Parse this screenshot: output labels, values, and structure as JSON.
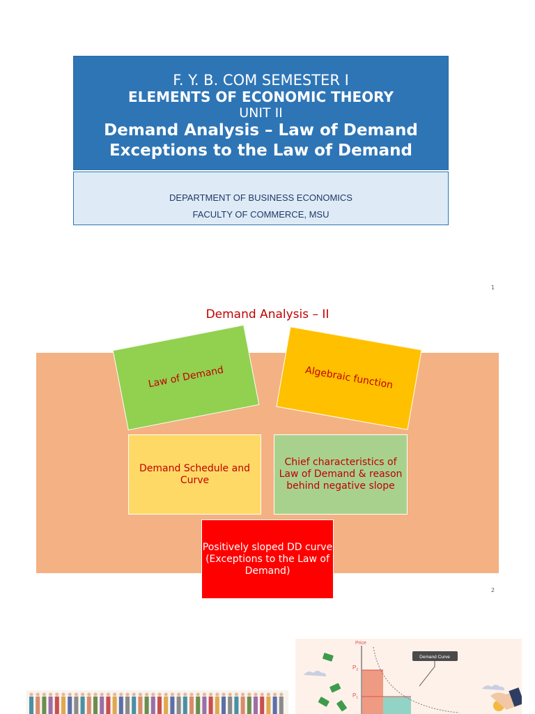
{
  "slide1": {
    "line1": "F. Y. B. COM SEMESTER I",
    "line2": "ELEMENTS OF ECONOMIC THEORY",
    "line3": "UNIT II",
    "line4": "Demand Analysis – Law of Demand",
    "line5": "Exceptions to the Law of Demand",
    "dept": "DEPARTMENT OF BUSINESS ECONOMICS",
    "faculty": "FACULTY OF COMMERCE, MSU",
    "page_number": "1"
  },
  "slide2": {
    "title": "Demand Analysis – II",
    "card_law": "Law of Demand",
    "card_algebraic": "Algebraic function",
    "card_schedule": "Demand Schedule and Curve",
    "card_chief": "Chief characteristics of Law of Demand & reason behind negative slope",
    "card_positive": "Positively sloped DD curve (Exceptions to the Law of Demand)",
    "page_number": "2"
  },
  "slide3": {
    "price_label": "Price",
    "p2_label": "P",
    "p2_sub": "2",
    "p1_label": "P",
    "p1_sub": "1",
    "callout": "Demand Curve"
  }
}
